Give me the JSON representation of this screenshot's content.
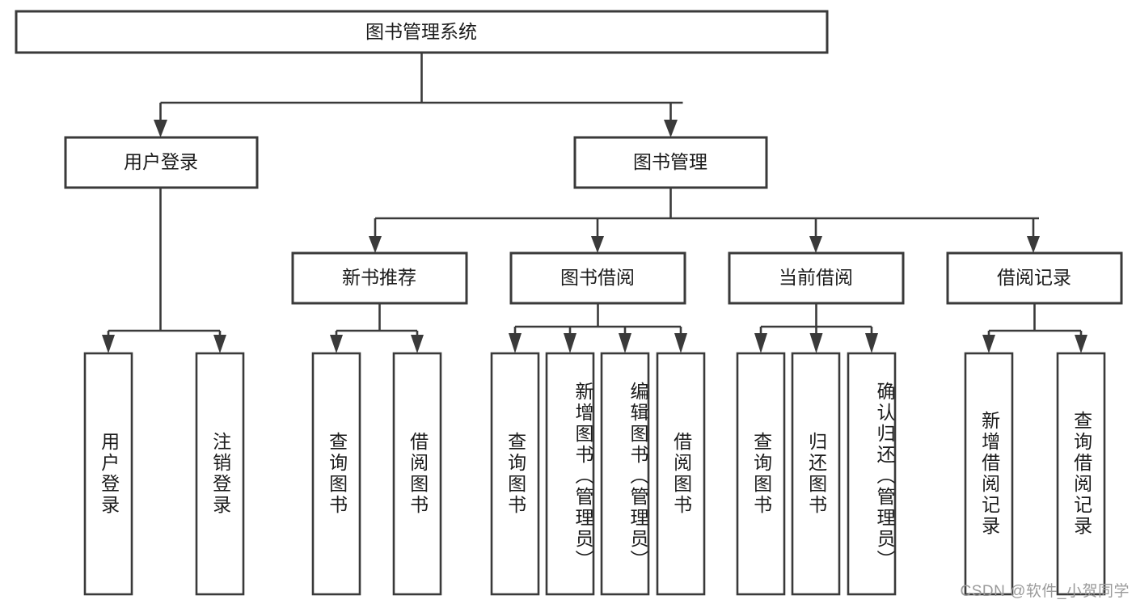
{
  "diagram": {
    "title": "图书管理系统",
    "type": "tree-hierarchy",
    "orientation": "top-down",
    "colors": {
      "box_stroke": "#3a3a3a",
      "box_fill": "#ffffff",
      "connector": "#3a3a3a",
      "text": "#1b1b1b",
      "watermark": "#9a9a9a",
      "background": "#ffffff"
    },
    "root": {
      "label": "图书管理系统"
    },
    "level2": [
      {
        "label": "用户登录"
      },
      {
        "label": "图书管理"
      }
    ],
    "level3": [
      {
        "label": "新书推荐"
      },
      {
        "label": "图书借阅"
      },
      {
        "label": "当前借阅"
      },
      {
        "label": "借阅记录"
      }
    ],
    "leaves": {
      "user_login": [
        {
          "label": "用户登录"
        },
        {
          "label": "注销登录"
        }
      ],
      "new_book_recommend": [
        {
          "label": "查询图书"
        },
        {
          "label": "借阅图书"
        }
      ],
      "book_borrow": [
        {
          "label": "查询图书"
        },
        {
          "label": "新增图书（管理员）"
        },
        {
          "label": "编辑图书（管理员）"
        },
        {
          "label": "借阅图书"
        }
      ],
      "current_borrow": [
        {
          "label": "查询图书"
        },
        {
          "label": "归还图书"
        },
        {
          "label": "确认归还（管理员）"
        }
      ],
      "borrow_record": [
        {
          "label": "新增借阅记录"
        },
        {
          "label": "查询借阅记录"
        }
      ]
    }
  },
  "watermark": {
    "text": "CSDN @软件_小贺同学"
  }
}
